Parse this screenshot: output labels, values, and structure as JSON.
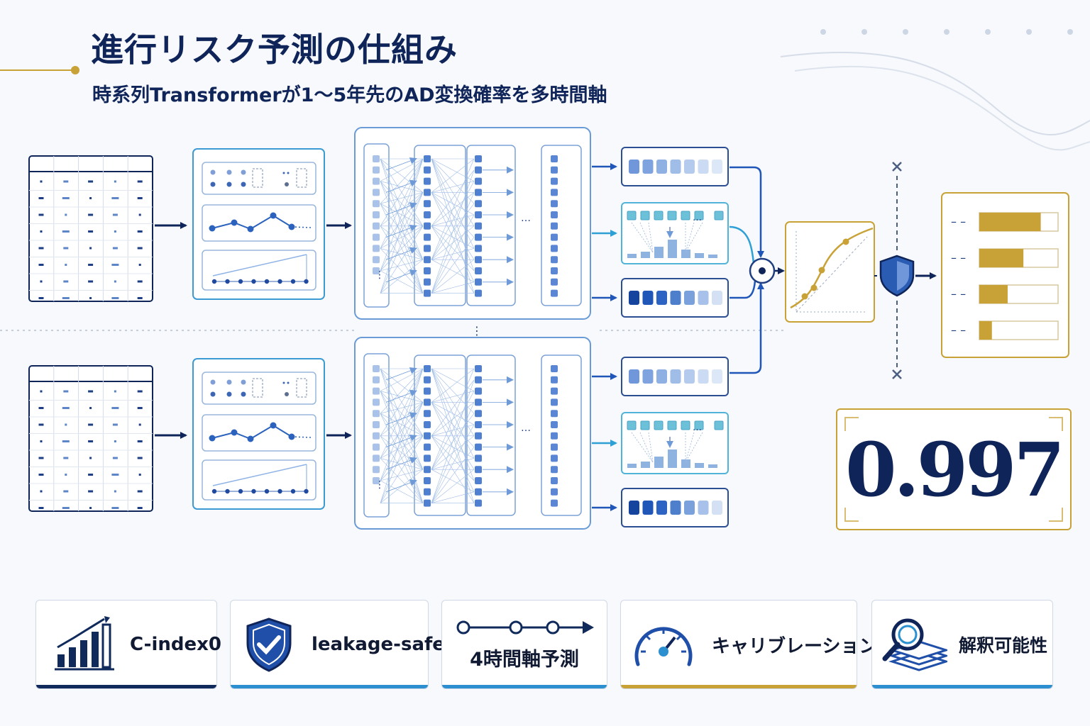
{
  "header": {
    "title": "進行リスク予測の仕組み",
    "subtitle": "時系列Transformerが1～5年先のAD変換確率を多時間軸"
  },
  "result": {
    "score": "0.997"
  },
  "features": [
    {
      "label": "C-index0",
      "icon": "bar-chart-up-icon",
      "accent": "#102a5c"
    },
    {
      "label": "leakage-safe",
      "icon": "shield-check-icon",
      "accent": "#2c8fd0"
    },
    {
      "label": "4時間軸予測",
      "icon": "timeline-arrow-icon",
      "accent": "#2c8fd0"
    },
    {
      "label": "キャリブレーション",
      "icon": "gauge-icon",
      "accent": "#c9a237"
    },
    {
      "label": "解釈可能性",
      "icon": "magnifier-layers-icon",
      "accent": "#2c8fd0"
    }
  ],
  "outputs": {
    "bar_values": [
      0.78,
      0.56,
      0.36,
      0.16
    ],
    "row_marks": [
      "– –",
      "– –",
      "– –",
      "– –"
    ]
  },
  "colors": {
    "navy": "#0f2458",
    "blue": "#1f56b8",
    "light_blue": "#8fb3e6",
    "cyan": "#2fa0d6",
    "gold": "#c9a237"
  }
}
